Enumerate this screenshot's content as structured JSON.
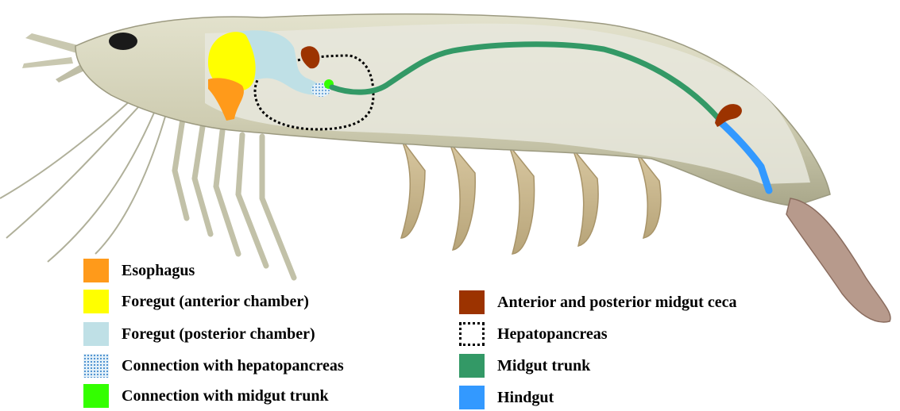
{
  "figure": {
    "subject": "shrimp",
    "colors": {
      "esophagus": "#ff9a1a",
      "foregut_anterior": "#ffff00",
      "foregut_posterior": "#bfe0e6",
      "connection_hepatopancreas": "#4a8fcf",
      "connection_midgut_trunk": "#33ff00",
      "midgut_ceca": "#9c3300",
      "hepatopancreas": "#000000",
      "midgut_trunk": "#339966",
      "hindgut": "#3399ff"
    }
  },
  "legend": {
    "left": [
      {
        "label": "Esophagus",
        "color": "#ff9a1a"
      },
      {
        "label": "Foregut (anterior chamber)",
        "color": "#ffff00"
      },
      {
        "label": "Foregut (posterior chamber)",
        "color": "#bfe0e6"
      },
      {
        "label": "Connection with hepatopancreas",
        "color": "#4a8fcf"
      },
      {
        "label": "Connection with midgut trunk",
        "color": "#33ff00"
      }
    ],
    "right": [
      {
        "label": "Anterior and posterior midgut ceca",
        "color": "#9c3300"
      },
      {
        "label": "Hepatopancreas",
        "color": "#000000"
      },
      {
        "label": "Midgut trunk",
        "color": "#339966"
      },
      {
        "label": "Hindgut",
        "color": "#3399ff"
      }
    ]
  }
}
